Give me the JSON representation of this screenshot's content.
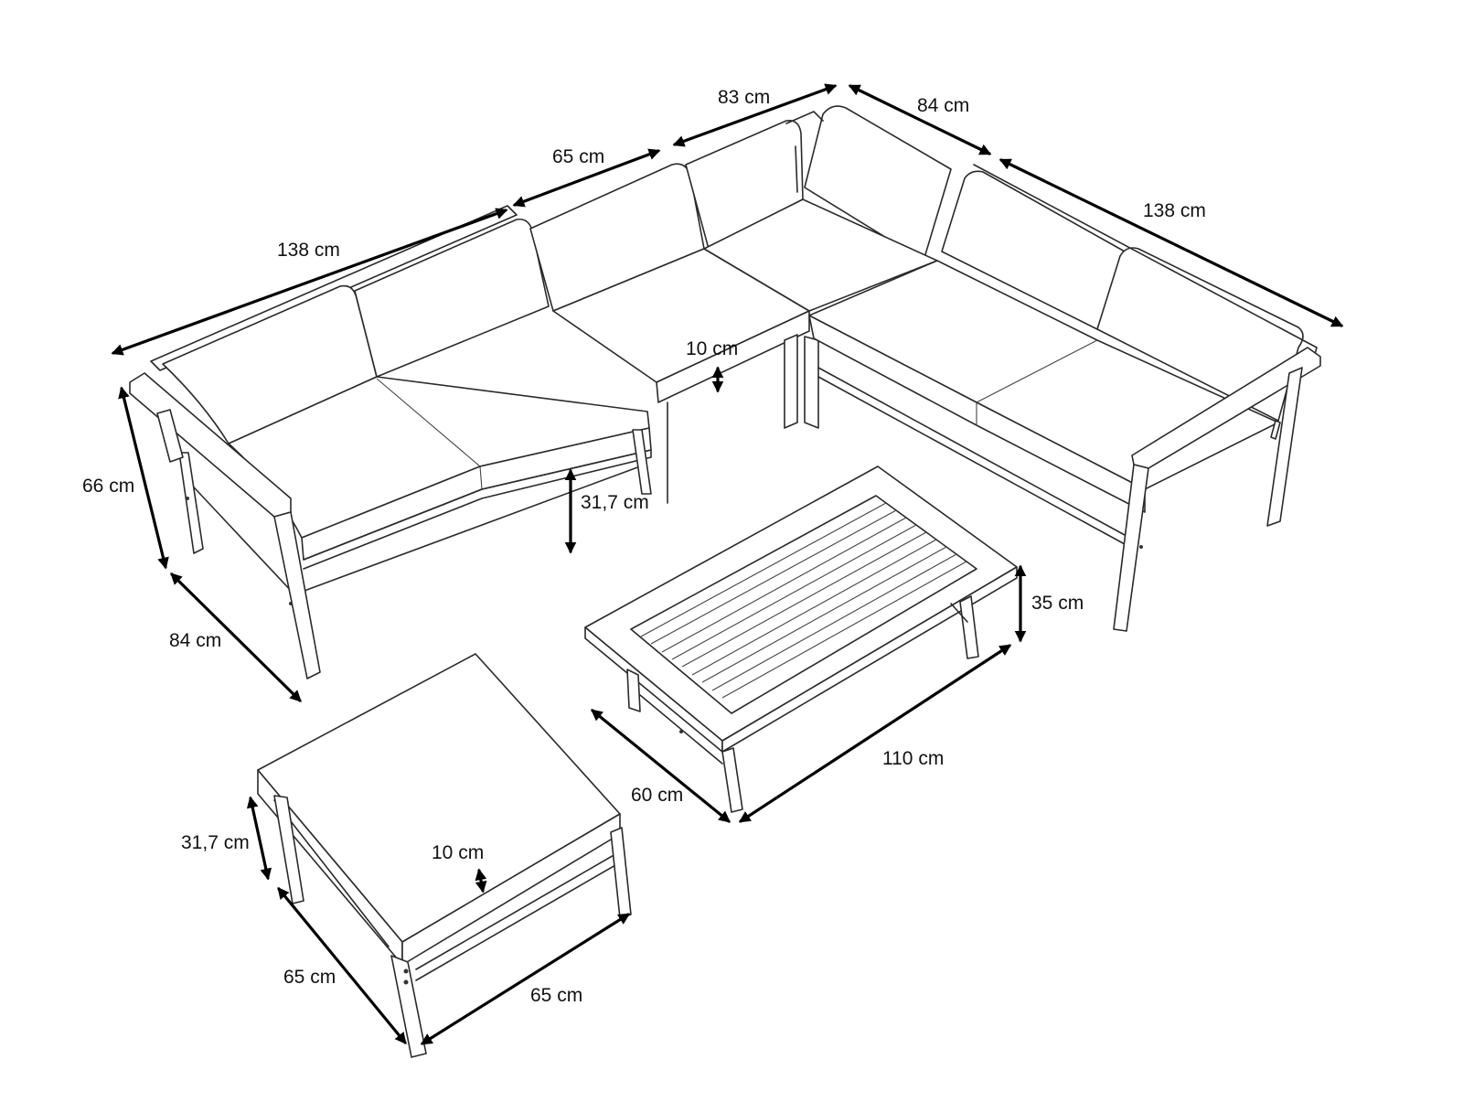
{
  "dimension_labels": {
    "sofa_left_length": "138 cm",
    "corner_middle_width": "65 cm",
    "corner_back_width": "83 cm",
    "corner_side_width": "84 cm",
    "sofa_right_length": "138 cm",
    "sofa_height": "66 cm",
    "sofa_depth": "84 cm",
    "cushion_thickness": "10 cm",
    "seat_height": "31,7 cm",
    "table_height": "35 cm",
    "table_length": "110 cm",
    "table_width": "60 cm",
    "ottoman_height": "31,7 cm",
    "ottoman_cushion_thickness": "10 cm",
    "ottoman_depth": "65 cm",
    "ottoman_width": "65 cm"
  },
  "colors": {
    "line": "#2a2a2a",
    "dimension_arrow": "#000000",
    "background": "#ffffff"
  }
}
